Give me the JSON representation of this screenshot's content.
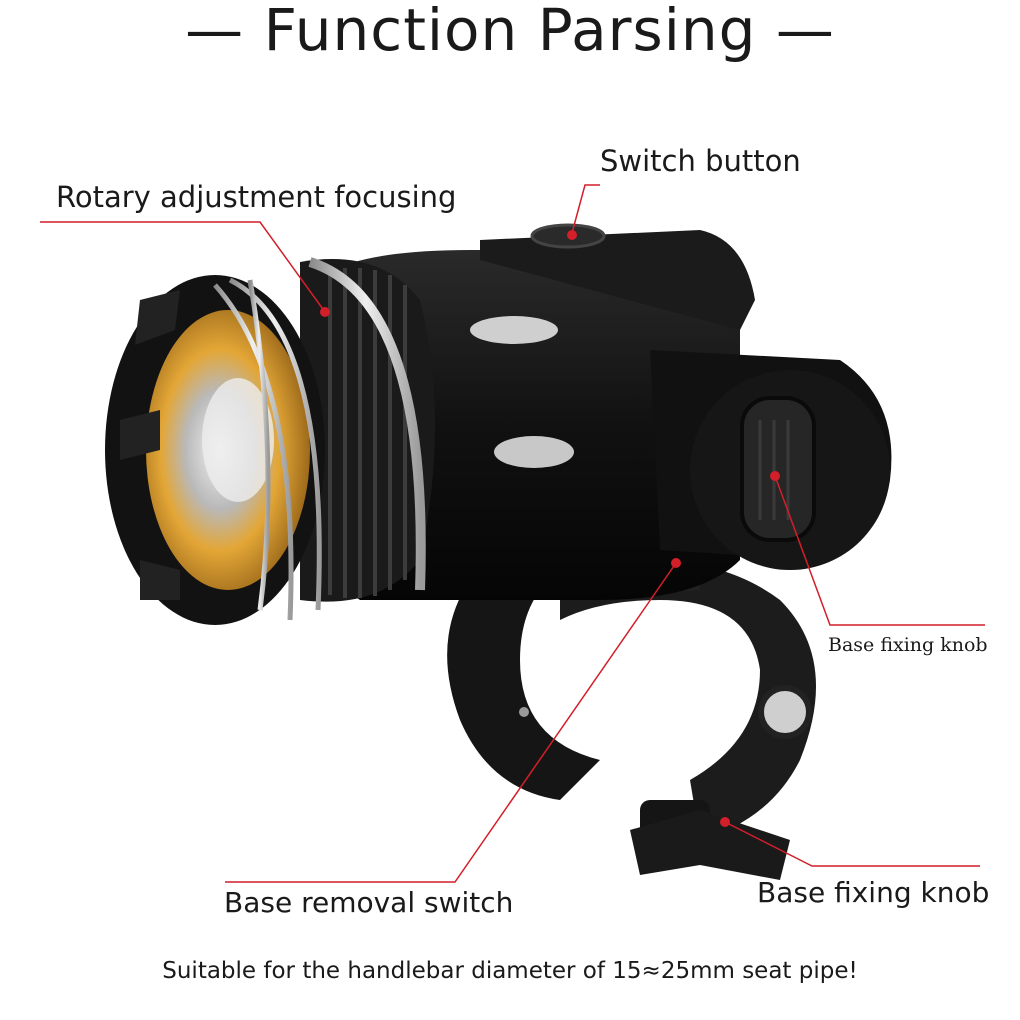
{
  "title": "— Function Parsing —",
  "labels": {
    "rotary": "Rotary adjustment focusing",
    "switch_button": "Switch button",
    "base_fixing_knob_small": "Base fixing knob",
    "base_removal_switch": "Base removal switch",
    "base_fixing_knob": "Base fixing knob"
  },
  "note": "Suitable for the handlebar diameter of 15≈25mm seat pipe!",
  "colors": {
    "leader": "#d21f2a",
    "body": "#141414",
    "lens": "#e3a636"
  }
}
